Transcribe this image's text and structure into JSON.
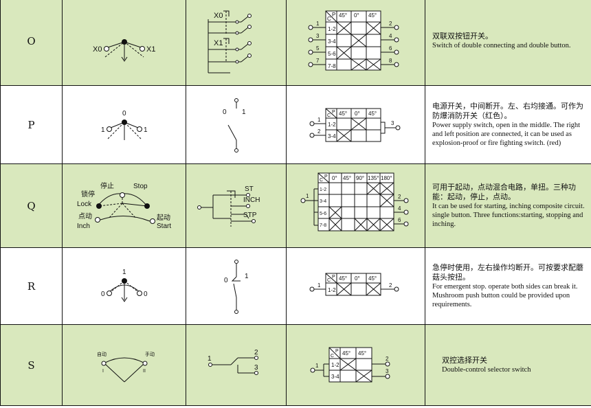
{
  "rows": [
    {
      "code": "O",
      "diagram_labels": {
        "left": "X0",
        "right": "X1"
      },
      "wiring_labels": [
        "X0",
        "X1"
      ],
      "table": {
        "header": [
          "C",
          "P",
          "45°",
          "0°",
          "45°"
        ],
        "contacts": [
          "1-2",
          "3-4",
          "5-6",
          "7-8"
        ],
        "terminals_left": [
          "1",
          "3",
          "5",
          "7"
        ],
        "terminals_right": [
          "2",
          "4",
          "6",
          "8"
        ]
      },
      "desc_zh": "双联双按钮开关。",
      "desc_en": "Switch of double connecting and double button."
    },
    {
      "code": "P",
      "diagram_labels": {
        "left": "1",
        "top": "0",
        "right": "1"
      },
      "wiring_labels": [
        "0",
        "1"
      ],
      "table": {
        "header": [
          "C",
          "P",
          "45°",
          "0°",
          "45°"
        ],
        "contacts": [
          "1-2",
          "3-4"
        ],
        "terminals_left": [
          "1",
          "2"
        ],
        "terminals_right": [
          "3"
        ]
      },
      "desc_zh": "电源开关，中间断开。左、右均接通。可作为防爆消防开关（红色）。",
      "desc_en": "Power supply switch, open in the middle. The right and left position are connected, it can be used as explosion-proof or fire fighting switch. (red)"
    },
    {
      "code": "Q",
      "diagram_labels": {
        "lock_zh": "锁停",
        "lock_en": "Lock",
        "stop_zh": "停止",
        "stop_en": "Stop",
        "inch_zh": "点动",
        "inch_en": "Inch",
        "start_zh": "起动",
        "start_en": "Start"
      },
      "wiring_labels": [
        "ST",
        "INCH",
        "STP"
      ],
      "table": {
        "header": [
          "C",
          "P",
          "0°",
          "45°",
          "90°",
          "135°",
          "180°"
        ],
        "contacts": [
          "1-2",
          "3-4",
          "5-6",
          "7-8"
        ],
        "terminals_left": [
          "1"
        ],
        "terminals_right": [
          "2",
          "4",
          "6"
        ]
      },
      "desc_zh": "可用于起动，点动混合电路，单扭。三种功能：起动，停止，点动。",
      "desc_en": "It can be used for starting, inching composite circuit. single button. Three functions:starting, stopping and inching."
    },
    {
      "code": "R",
      "diagram_labels": {
        "left": "0",
        "top": "1",
        "right": "0"
      },
      "wiring_labels": [
        "0",
        "1"
      ],
      "table": {
        "header": [
          "C",
          "P",
          "45°",
          "0°",
          "45°"
        ],
        "contacts": [
          "1-2"
        ],
        "terminals_left": [
          "1"
        ],
        "terminals_right": [
          "2"
        ]
      },
      "desc_zh": "急停时使用，左右操作均断开。可按要求配蘑菇头按扭。",
      "desc_en": "For emergent stop. operate both sides can break it. Mushroom push button could be provided upon requirements."
    },
    {
      "code": "S",
      "diagram_labels": {
        "left_zh": "自动",
        "right_zh": "手动",
        "left_roman": "I",
        "right_roman": "II"
      },
      "wiring_labels": [
        "1",
        "2",
        "3"
      ],
      "table": {
        "header": [
          "C",
          "P",
          "45°",
          "45°"
        ],
        "contacts": [
          "1-2",
          "3-4"
        ],
        "terminals_left": [
          "1"
        ],
        "terminals_right": [
          "2",
          "3"
        ]
      },
      "desc_zh": "双控选择开关",
      "desc_en": "Double-control selector switch"
    }
  ]
}
